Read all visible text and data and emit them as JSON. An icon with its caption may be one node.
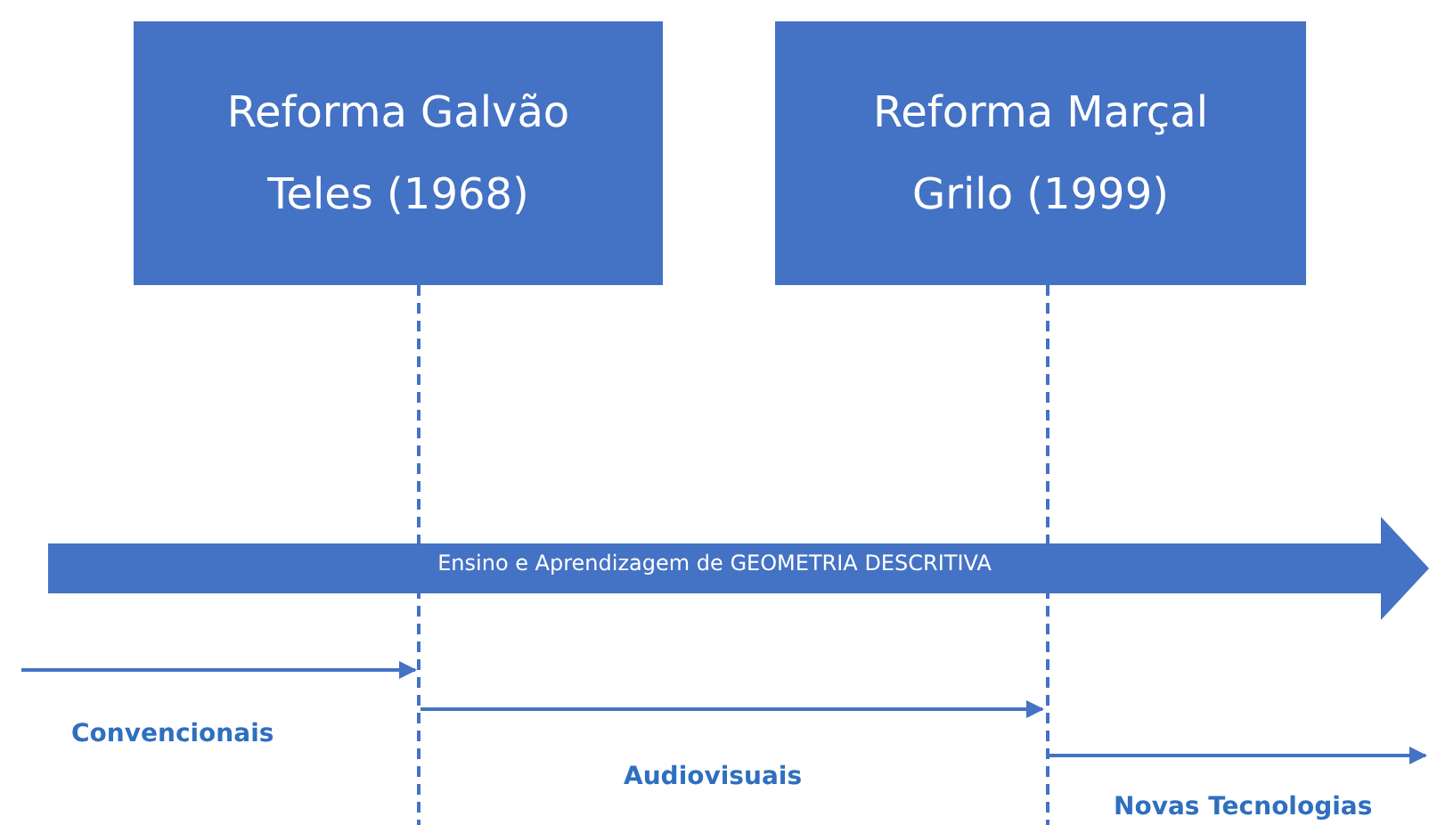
{
  "diagram": {
    "nodes": [
      {
        "text": [
          "Reforma Galvão Teles (1968)"
        ]
      },
      {
        "text": [
          "Reforma Marçal Grilo (1999)"
        ]
      },
      {
        "text": [
          "Ensino e Aprendizagem de GEOMETRIA DESCRITIVA"
        ]
      }
    ],
    "edges": [
      {
        "from": 0,
        "to": null,
        "arrow": "none",
        "style": "dashed"
      },
      {
        "from": 1,
        "to": null,
        "arrow": "none",
        "style": "dashed"
      }
    ],
    "labels": [
      "Convencionais",
      "Audiovisuais",
      "Novas Tecnologias"
    ]
  }
}
